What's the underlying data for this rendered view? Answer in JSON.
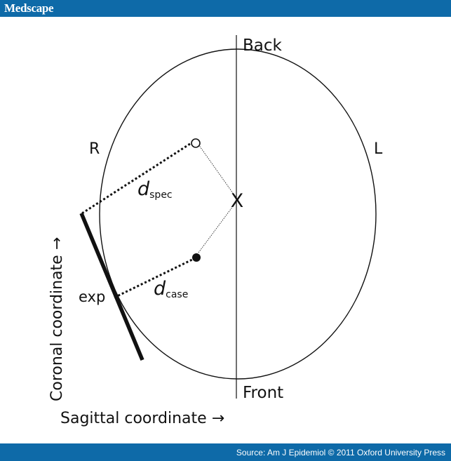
{
  "header": {
    "brand": "Medscape",
    "brand_color": "#0e6aa8"
  },
  "diagram": {
    "labels": {
      "back": "Back",
      "front": "Front",
      "right": "R",
      "left": "L",
      "exp": "exp",
      "d_spec_main": "d",
      "d_spec_sub": "spec",
      "d_case_main": "d",
      "d_case_sub": "case",
      "center_marker": "X",
      "coronal_axis": "Coronal coordinate →",
      "sagittal_axis": "Sagittal coordinate →"
    }
  },
  "footer": {
    "source": "Source: Am J Epidemiol © 2011 Oxford University Press"
  }
}
